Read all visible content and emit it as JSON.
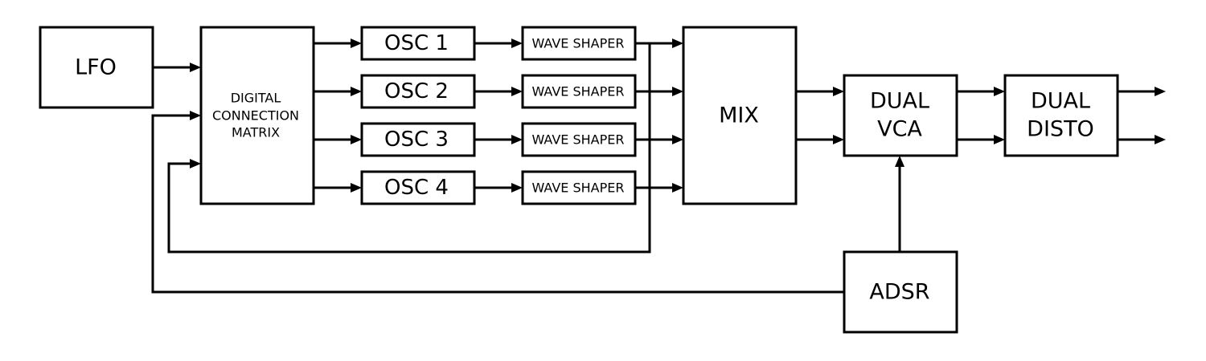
{
  "blocks": {
    "lfo": "LFO",
    "matrix": [
      "DIGITAL",
      "CONNECTION",
      "MATRIX"
    ],
    "osc1": "OSC 1",
    "osc2": "OSC 2",
    "osc3": "OSC 3",
    "osc4": "OSC 4",
    "shaper": "WAVE SHAPER",
    "mix": "MIX",
    "vca": [
      "DUAL",
      "VCA"
    ],
    "disto": [
      "DUAL",
      "DISTO"
    ],
    "adsr": "ADSR"
  }
}
